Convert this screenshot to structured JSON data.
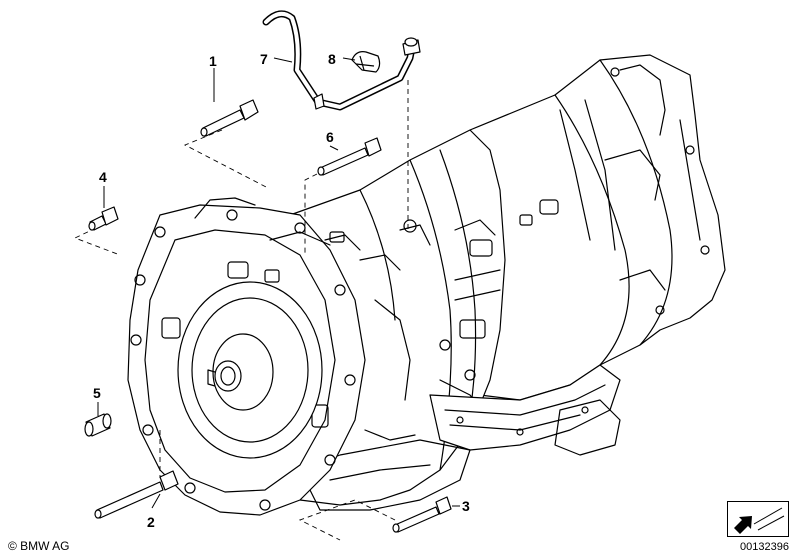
{
  "diagram": {
    "callouts": [
      {
        "id": "1",
        "label": "1"
      },
      {
        "id": "2",
        "label": "2"
      },
      {
        "id": "3",
        "label": "3"
      },
      {
        "id": "4",
        "label": "4"
      },
      {
        "id": "5",
        "label": "5"
      },
      {
        "id": "6",
        "label": "6"
      },
      {
        "id": "7",
        "label": "7"
      },
      {
        "id": "8",
        "label": "8"
      }
    ]
  },
  "footer": {
    "copyright": "© BMW AG",
    "document_id": "00132396"
  },
  "icons": {
    "navigation": "diagonal-arrow-icon"
  },
  "colors": {
    "line": "#000000",
    "background": "#ffffff"
  }
}
